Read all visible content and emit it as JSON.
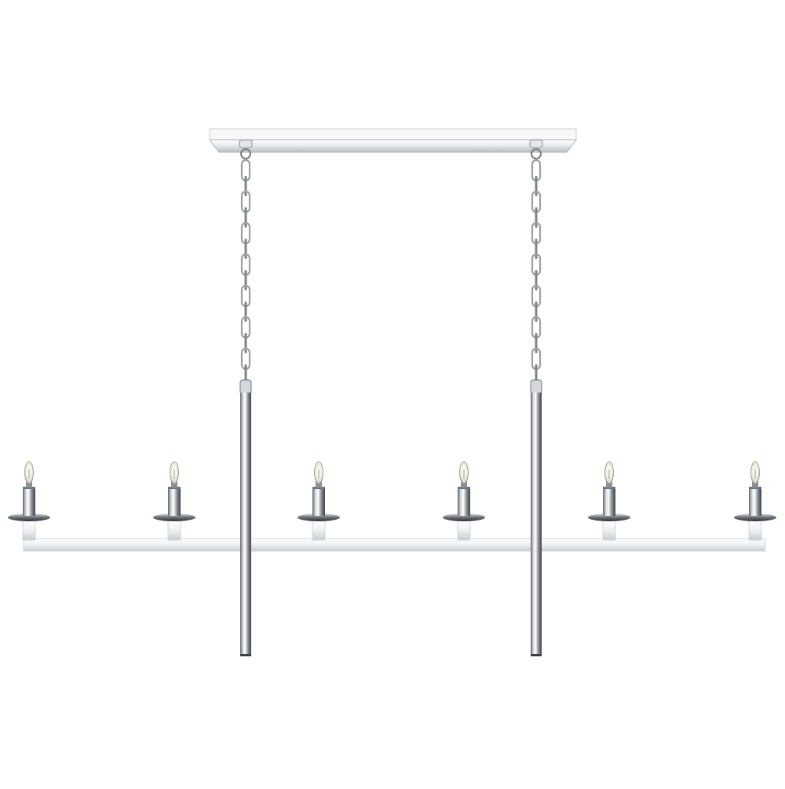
{
  "image": {
    "subject": "linear-chandelier",
    "background_color": "#ffffff",
    "finish_colors": {
      "polished_nickel_light": "#f2f3f5",
      "polished_nickel_mid": "#c4c7cc",
      "polished_nickel_dark": "#6f737a",
      "shadow": "#3a3d42"
    },
    "candle_count": 6,
    "suspension_count": 2
  }
}
